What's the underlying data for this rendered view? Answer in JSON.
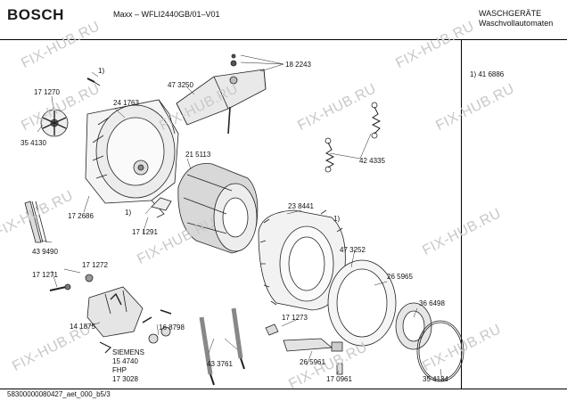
{
  "header": {
    "brand": "BOSCH",
    "model": "Maxx – WFLI2440GB/01–V01",
    "category_line1": "WASCHGERÄTE",
    "category_line2": "Waschvollautomaten"
  },
  "notes": {
    "footnote": "1) 41 6886"
  },
  "footer": {
    "doc_id": "58300000080427_aet_000_b5/3"
  },
  "watermark": "FIX-HUB.RU",
  "part_labels": {
    "p1_top": "1)",
    "p171270": "17 1270",
    "p241763": "24 1763",
    "p473250": "47 3250",
    "p182243": "18 2243",
    "p354130": "35 4130",
    "p215113": "21  5113",
    "p424335": "42 4335",
    "p172686": "17 2686",
    "p1_mid": "1)",
    "p171291": "17 1291",
    "p238441": "23 8441",
    "p1_right": "1)",
    "p439490": "43 9490",
    "p473252": "47 3252",
    "p171272": "17 1272",
    "p265965": "26 5965",
    "p171271": "17 1271",
    "p366498": "36 6498",
    "p141875": "14 1875",
    "p171273": "17 1273",
    "p168798": "16 8798",
    "siemens": "SIEMENS",
    "p154740": "15 4740",
    "fhp": "FHP",
    "p173028": "17 3028",
    "p433761": "43 3761",
    "p265961": "26 5961",
    "p170961": "17 0961",
    "p354134": "35 4134"
  }
}
